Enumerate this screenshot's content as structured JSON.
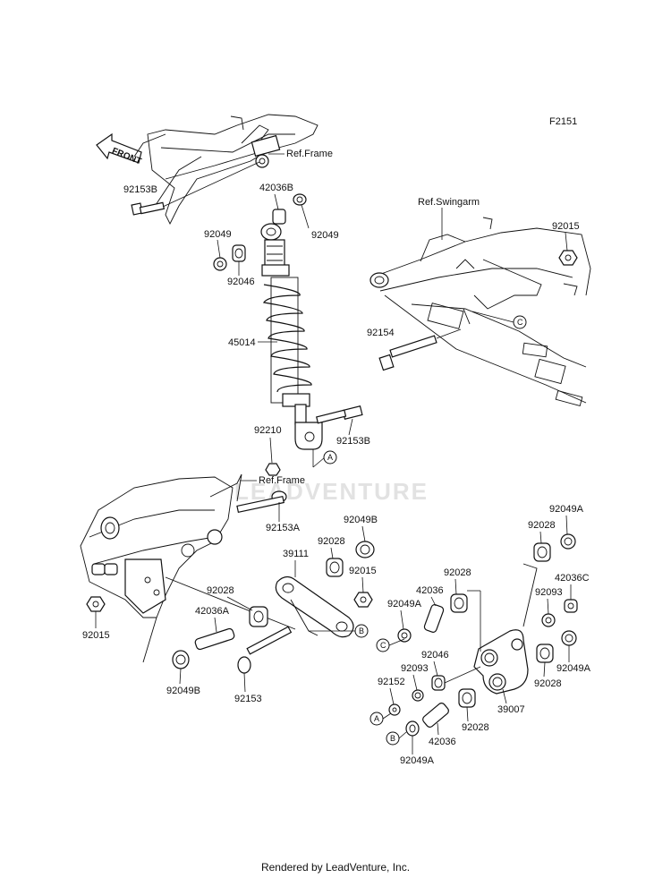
{
  "figure_code": "F2151",
  "watermark": "LEADVENTURE",
  "footer_text": "Rendered by LeadVenture, Inc.",
  "front_label": "FRONT",
  "ref_labels": {
    "frame_top": "Ref.Frame",
    "swingarm": "Ref.Swingarm",
    "frame_mid": "Ref.Frame"
  },
  "callouts": {
    "a": "A",
    "b": "B",
    "c": "C"
  },
  "parts": {
    "p92153B_top": "92153B",
    "p42036B": "42036B",
    "p92049_left": "92049",
    "p92049_right": "92049",
    "p92046_top": "92046",
    "p45014": "45014",
    "p92210": "92210",
    "p92153B_bottom": "92153B",
    "p92015_swingarm": "92015",
    "p92154": "92154",
    "p92153A": "92153A",
    "p92049B_top": "92049B",
    "p39111": "39111",
    "p92028_mid": "92028",
    "p92015_mid": "92015",
    "p92028_left": "92028",
    "p42036A": "42036A",
    "p92015_left": "92015",
    "p92049B_bottom": "92049B",
    "p92153": "92153",
    "p92049A_top": "92049A",
    "p92028_topright": "92028",
    "p42036C": "42036C",
    "p92093_right": "92093",
    "p92028_center": "92028",
    "p42036_center": "42036",
    "p92049A_left": "92049A",
    "p92046_center": "92046",
    "p92093_center": "92093",
    "p92049A_right": "92049A",
    "p92028_right": "92028",
    "p92152": "92152",
    "p39007": "39007",
    "p92028_bottom": "92028",
    "p42036_bottom": "42036",
    "p92049A_bottom": "92049A"
  }
}
